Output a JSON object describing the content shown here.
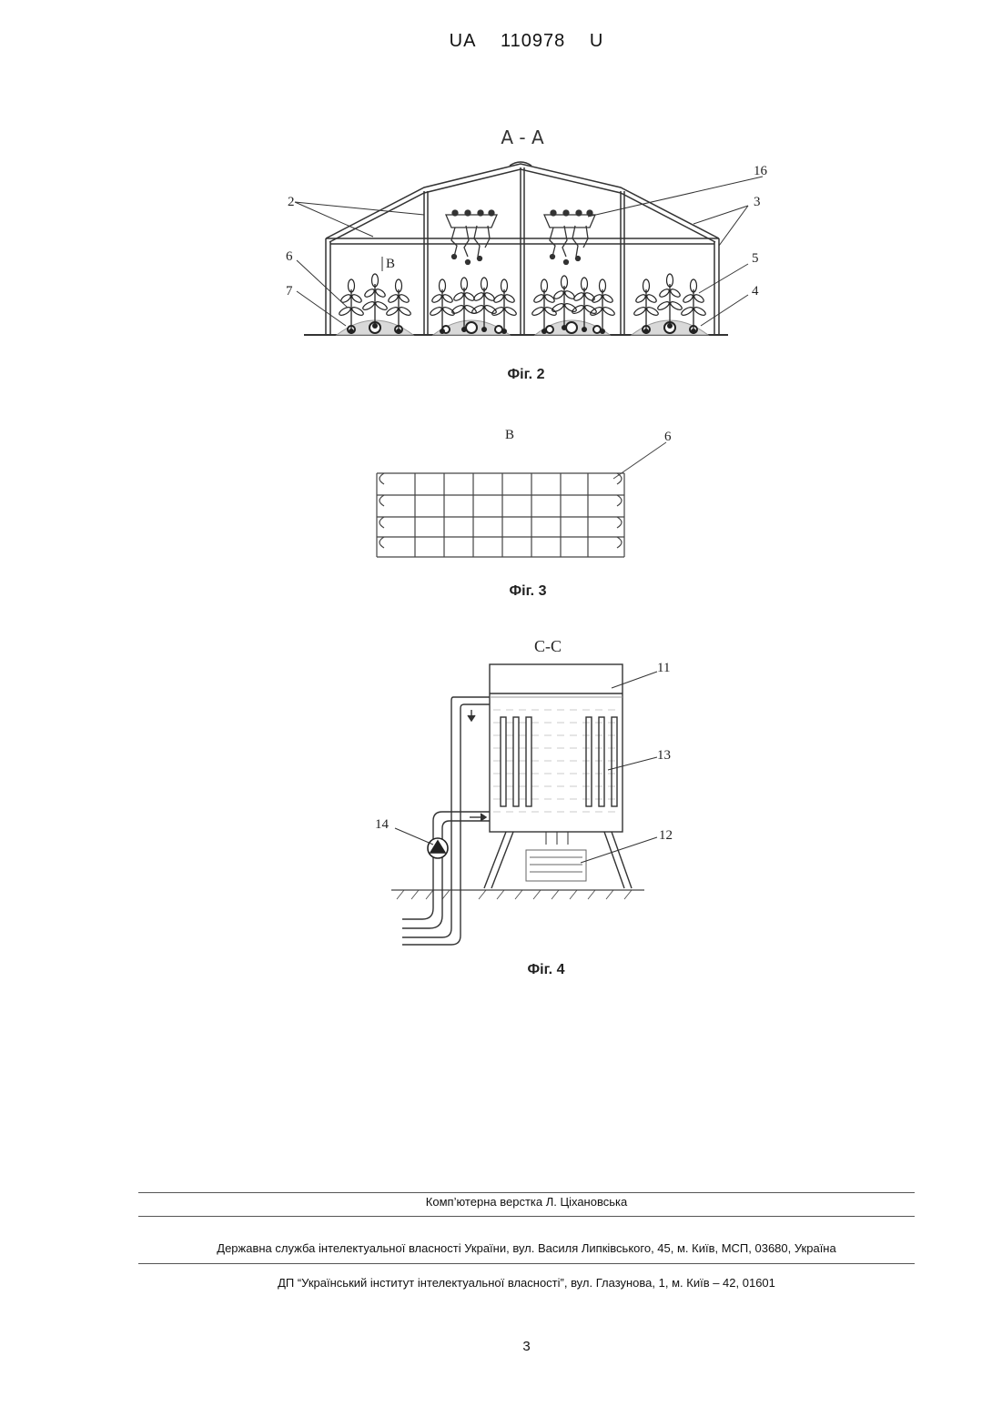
{
  "header": {
    "office": "UA",
    "number": "110978",
    "kind": "U"
  },
  "fig2": {
    "section": "А - А",
    "caption": "Фіг. 2",
    "labels": {
      "l2": "2",
      "l16": "16",
      "l3": "3",
      "l6": "6",
      "lB": "B",
      "l5": "5",
      "l7": "7",
      "l4": "4"
    }
  },
  "fig3": {
    "section": "B",
    "caption": "Фіг. 3",
    "labels": {
      "l6": "6"
    }
  },
  "fig4": {
    "section": "C-C",
    "caption": "Фіг. 4",
    "labels": {
      "l11": "11",
      "l13": "13",
      "l14": "14",
      "l12": "12"
    }
  },
  "footer": {
    "layout_credit": "Комп’ютерна верстка Л. Ціхановська",
    "publisher": "Державна служба інтелектуальної власності України, вул. Василя Липківського, 45, м. Київ, МСП, 03680, Україна",
    "printer": "ДП “Український інститут інтелектуальної власності”, вул. Глазунова, 1, м. Київ – 42, 01601"
  },
  "page_number": "3"
}
